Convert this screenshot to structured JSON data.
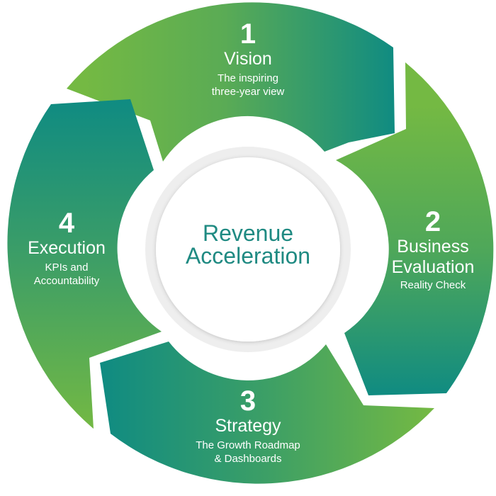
{
  "center": {
    "line1": "Revenue",
    "line2": "Acceleration"
  },
  "steps": [
    {
      "number": "1",
      "title": "Vision",
      "desc1": "The inspiring",
      "desc2": "three-year view"
    },
    {
      "number": "2",
      "title": "Business",
      "title2": "Evaluation",
      "desc1": "Reality Check"
    },
    {
      "number": "3",
      "title": "Strategy",
      "desc1": "The Growth Roadmap",
      "desc2": "& Dashboards"
    },
    {
      "number": "4",
      "title": "Execution",
      "desc1": "KPIs and",
      "desc2": "Accountability"
    }
  ],
  "colors": {
    "teal": "#0f8b82",
    "green": "#74b943",
    "center_text": "#1f8a82",
    "inner_ring": "#eeeeee"
  }
}
